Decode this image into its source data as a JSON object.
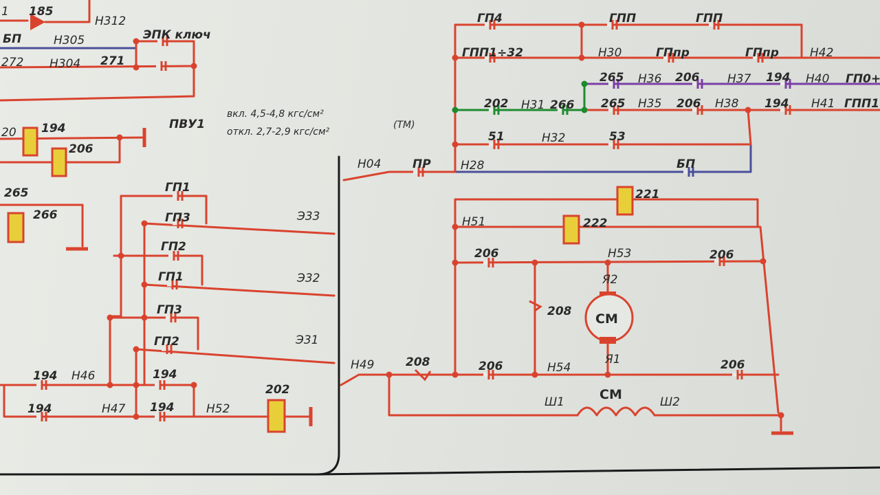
{
  "colors": {
    "wire": "#d9432e",
    "green": "#1e8a2e",
    "purple": "#7a3fa6",
    "blue": "#4a4f9a",
    "bus": "#1a1a1a",
    "coil_fill": "#e8cf3a",
    "coil_edge": "#d9432e"
  },
  "labels": {
    "l185": "185",
    "h312": "Н312",
    "bp1": "БП",
    "h305": "Н305",
    "epk": "ЭПК ключ",
    "l272": "272",
    "h304": "Н304",
    "l271": "271",
    "l1": "1",
    "pvu": "ПВУ1",
    "pvu_on": "вкл. 4,5-4,8 кгс/см²",
    "pvu_off": "откл. 2,7-2,9 кгс/см²",
    "tm": "(ТМ)",
    "l20": "20",
    "c194a": "194",
    "c206a": "206",
    "c265a": "265",
    "c266a": "266",
    "gp1a": "ГП1",
    "gp3a": "ГП3",
    "gp2a": "ГП2",
    "gp1b": "ГП1",
    "gp3b": "ГП3",
    "gp2b": "ГП2",
    "e33": "Э33",
    "e32": "Э32",
    "e31": "Э31",
    "c194b": "194",
    "h46": "Н46",
    "c194c": "194",
    "c194d": "194",
    "h47": "Н47",
    "c194e": "194",
    "h52": "Н52",
    "c202": "202",
    "h04": "Н04",
    "pr": "ПР",
    "h28": "Н28",
    "bp2": "БП",
    "gp4": "ГП4",
    "gpp1": "ГПП",
    "gpp2": "ГПП",
    "gpp132": "ГПП1÷32",
    "h30": "Н30",
    "gppr1": "ГПпр",
    "gppr2": "ГПпр",
    "h42": "Н42",
    "c265b": "265",
    "h36": "Н36",
    "c206b": "206",
    "h37": "Н37",
    "c194f": "194",
    "h40": "Н40",
    "gpo": "ГП0+",
    "c202b": "202",
    "h31": "Н31",
    "c266b": "266",
    "c265c": "265",
    "h35": "Н35",
    "c206c": "206",
    "h38": "Н38",
    "c194g": "194",
    "h41": "Н41",
    "gp1r": "ГПП1",
    "c51": "51",
    "h32": "Н32",
    "c53": "53",
    "c221": "221",
    "h51": "Н51",
    "c222": "222",
    "c206d": "206",
    "h53": "Н53",
    "c206e": "206",
    "ya2": "Я2",
    "c208a": "208",
    "cm1": "СМ",
    "h49": "Н49",
    "c208b": "208",
    "c206f": "206",
    "h54": "Н54",
    "ya1": "Я1",
    "c206g": "206",
    "sh1": "Ш1",
    "cm2": "СМ",
    "sh2": "Ш2"
  }
}
